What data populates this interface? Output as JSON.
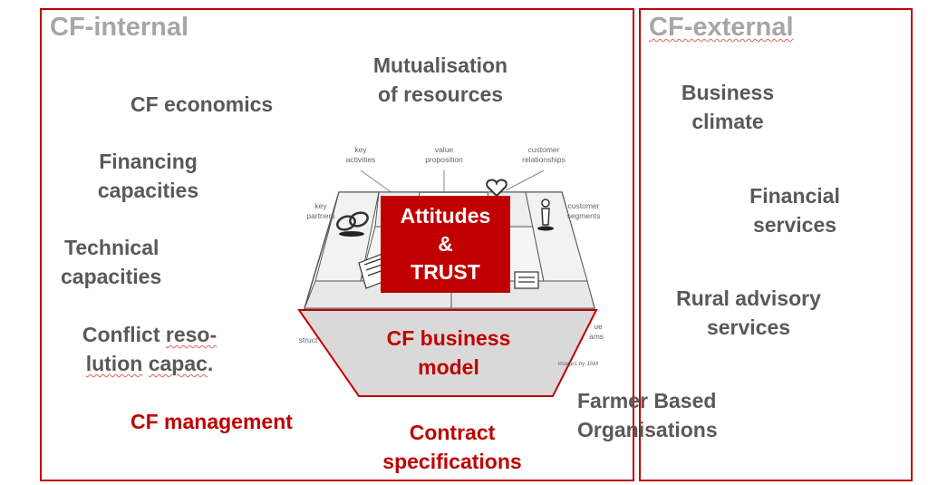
{
  "internal": {
    "title": "CF-internal",
    "items": {
      "economics": "CF economics",
      "mutualisation_1": "Mutualisation",
      "mutualisation_2": "of resources",
      "financing_1": "Financing",
      "financing_2": "capacities",
      "technical_1": "Technical",
      "technical_2": "capacities",
      "conflict_1a": "Conflict ",
      "conflict_1b": "reso-",
      "conflict_2a": "lution",
      "conflict_2b": " ",
      "conflict_2c": "capac",
      "conflict_2d": ".",
      "management": "CF management",
      "contract_1": "Contract",
      "contract_2": "specifications"
    }
  },
  "external": {
    "title": "CF-external",
    "items": {
      "business_1": "Business",
      "business_2": "climate",
      "financial_1": "Financial",
      "financial_2": "services",
      "rural_1": "Rural advisory",
      "rural_2": "services",
      "farmer_1": "Farmer Based",
      "farmer_2": "Organisations"
    }
  },
  "center": {
    "trust_1": "Attitudes",
    "trust_2": "&",
    "trust_3": "TRUST",
    "model_1": "CF business",
    "model_2": "model"
  },
  "canvas_sketch": {
    "labels": {
      "key_activities_1": "key",
      "key_activities_2": "activities",
      "value_prop_1": "value",
      "value_prop_2": "proposition",
      "customer_rel_1": "customer",
      "customer_rel_2": "relationships",
      "key_partners_1": "key",
      "key_partners_2": "partners",
      "customer_seg_1": "customer",
      "customer_seg_2": "segments",
      "cost_structure": "struct",
      "revenue_1": "ue",
      "revenue_2": "ams",
      "credit": "images by JAM"
    }
  },
  "colors": {
    "accent": "#c00000",
    "text_grey": "#595959",
    "title_grey": "#a6a6a6",
    "model_fill": "#d9d9d9"
  }
}
